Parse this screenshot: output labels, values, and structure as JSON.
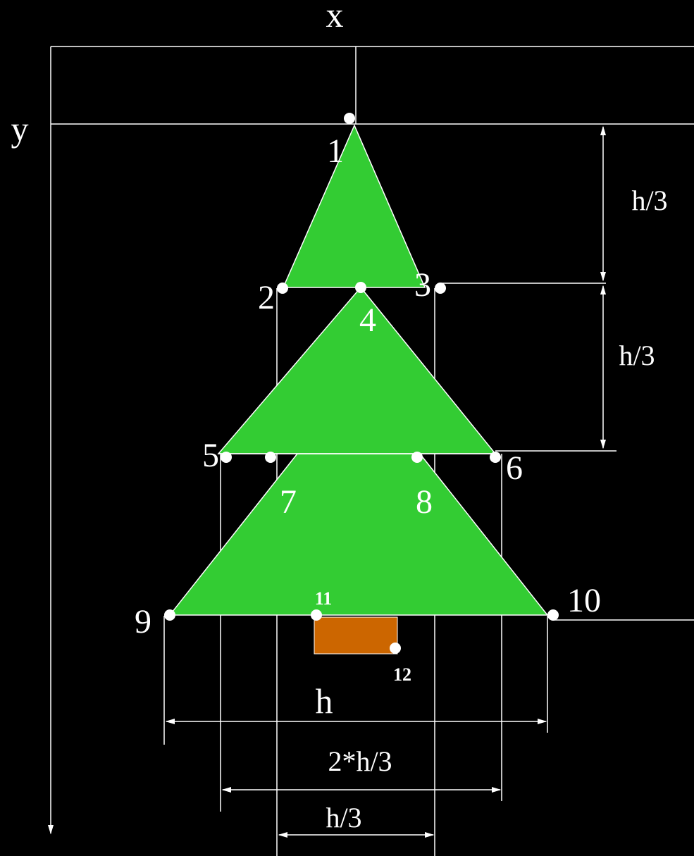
{
  "axes": {
    "x_label": "x",
    "y_label": "y"
  },
  "points": [
    "1",
    "2",
    "3",
    "4",
    "5",
    "6",
    "7",
    "8",
    "9",
    "10",
    "11",
    "12"
  ],
  "dimensions": {
    "vertical_top": "h/3",
    "vertical_middle": "h/3",
    "horizontal_full": "h",
    "horizontal_two_thirds": "2*h/3",
    "horizontal_third": "h/3"
  },
  "colors": {
    "tree": "#33cc33",
    "trunk": "#cc6600",
    "background": "#000000",
    "lines": "#ffffff"
  }
}
